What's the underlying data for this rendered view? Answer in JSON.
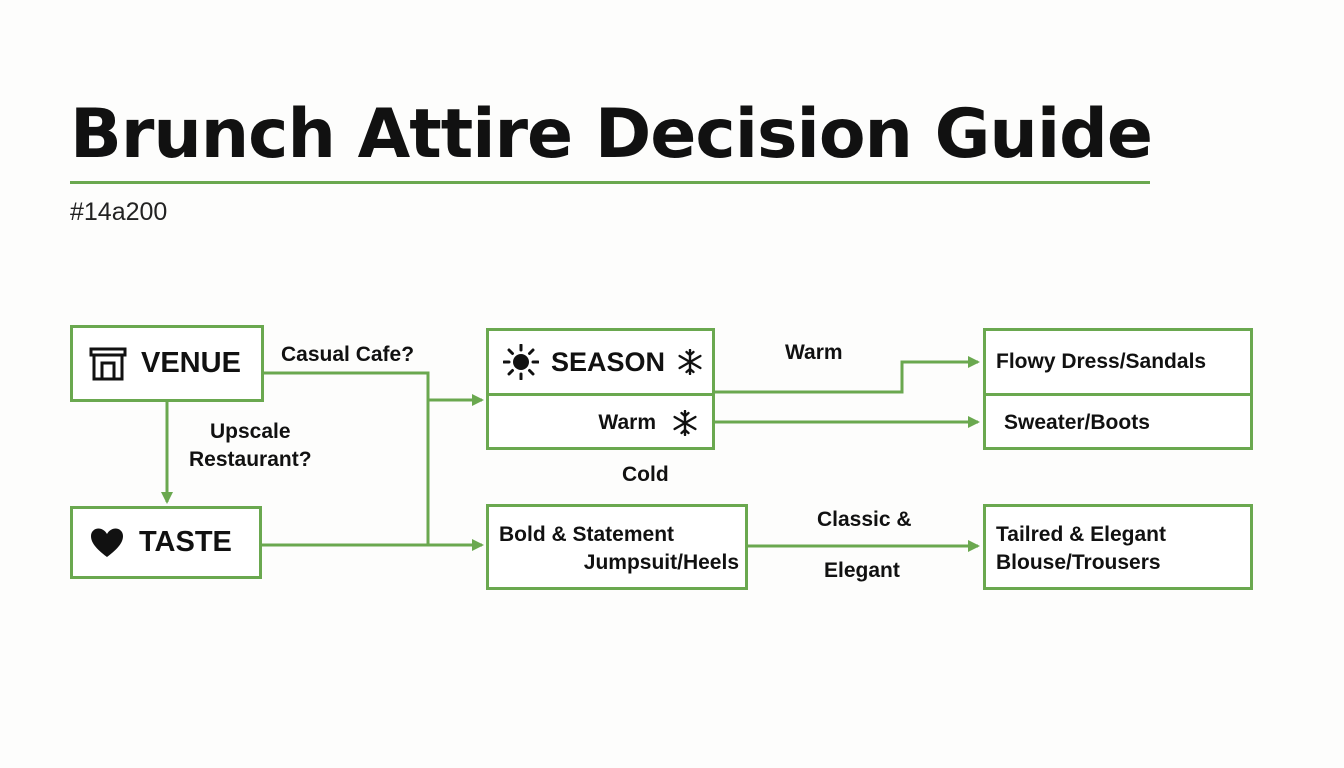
{
  "title": "Brunch Attire Decision Guide",
  "code": "#14a200",
  "accent_color": "#6aa84f",
  "nodes": {
    "venue": {
      "label": "VENUE",
      "icon": "storefront-icon"
    },
    "taste": {
      "label": "TASTE",
      "icon": "heart-icon"
    },
    "season": {
      "label": "SEASON",
      "icon_left": "sun-icon",
      "icon_right": "snowflake-icon",
      "row2_label": "Warm",
      "row2_icon": "snowflake-icon"
    },
    "bold": {
      "line1": "Bold & Statement",
      "line2": "Jumpsuit/Heels"
    },
    "outfits": {
      "flowy": "Flowy Dress/Sandals",
      "sweater": "Sweater/Boots",
      "tailored_line1": "Tailred & Elegant",
      "tailored_line2": "Blouse/Trousers"
    }
  },
  "edges": {
    "casual": "Casual Cafe?",
    "upscale_line1": "Upscale",
    "upscale_line2": "Restaurant?",
    "warm": "Warm",
    "cold": "Cold",
    "classic_line1": "Classic &",
    "classic_line2": "Elegant"
  }
}
